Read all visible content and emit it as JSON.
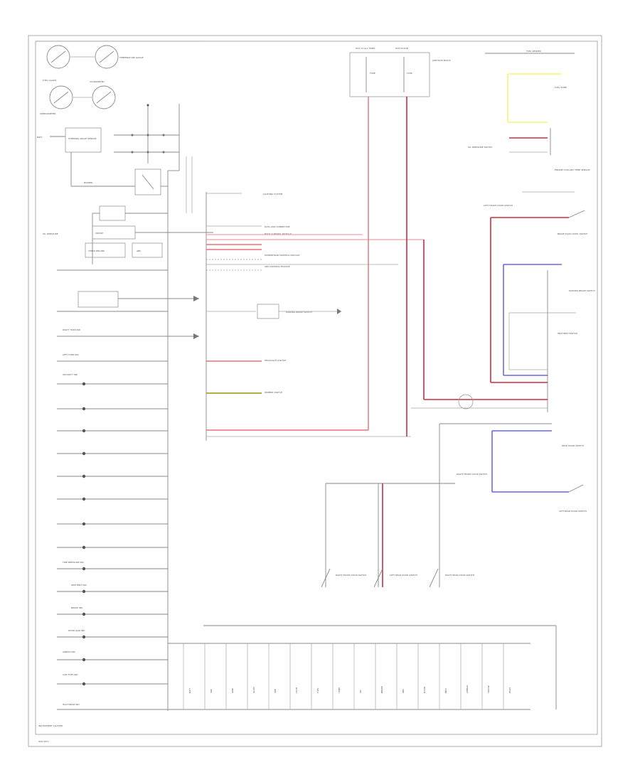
{
  "gauges": {
    "fuel_gauge": "FUEL GAUGE",
    "temperature_gauge": "TEMPERATURE GAUGE",
    "tachometer": "TACHOMETER",
    "speedometer": "SPEEDOMETER"
  },
  "left_labels": {
    "battery": "BATT",
    "steering_sensor": "STEERING ANGLE SENSOR",
    "buzzer": "BUZZER",
    "cruise_indicator": "CRUISE",
    "check_engine": "CHECK ENGINE",
    "abs_indicator": "ABS",
    "oil_pressure": "OIL PRESSURE",
    "right_turn": "RIGHT TURN IND",
    "left_turn": "LEFT TURN IND",
    "security": "SECURITY IND",
    "tire_pressure": "TIRE PRESSURE IND",
    "seat_belt": "SEAT BELT IND",
    "brake_ind": "BRAKE IND",
    "door_ajar": "DOOR AJAR IND",
    "airbag": "AIRBAG IND",
    "low_fuel": "LOW FUEL IND",
    "high_beam": "HIGH BEAM IND"
  },
  "mid_labels": {
    "lighting_system": "LIGHTING SYSTEM",
    "data_link": "DATA LINK CONNECTOR",
    "body_control": "BODY CONTROL MODULE",
    "powertrain": "POWERTRAIN CONTROL MODULE",
    "abs_module": "ABS CONTROL MODULE",
    "parking_brake_sw": "PARKING BRAKE SWITCH",
    "headlight_switch": "HEADLIGHT SWITCH",
    "dimmer": "DIMMER SWITCH",
    "ground": "GROUND"
  },
  "top_labels": {
    "hot_at_all_times": "HOT AT ALL TIMES",
    "hot_in_run": "HOT IN RUN",
    "fuse_a": "FUSE",
    "fuse_b": "FUSE",
    "junction_block": "JUNCTION BLOCK",
    "fuel_sender": "FUEL SENDER",
    "fuel_pump": "FUEL PUMP",
    "oil_switch": "OIL PRESSURE SWITCH"
  },
  "right_labels": {
    "engine_coolant": "ENGINE COOLANT TEMP SENSOR",
    "left_front_door": "LEFT FRONT DOOR SWITCH",
    "brake_fluid": "BRAKE FLUID LEVEL SWITCH",
    "parking_brake": "PARKING BRAKE SWITCH",
    "seat_belt_sw": "SEAT BELT SWITCH",
    "rear_door": "REAR DOOR SWITCH",
    "left_rear_door": "LEFT REAR DOOR SWITCH",
    "right_front_door": "RIGHT FRONT DOOR SWITCH"
  },
  "bottom_switches": {
    "sw1": "RIGHT FRONT DOOR SWITCH",
    "sw2": "LEFT REAR DOOR SWITCH",
    "sw3": "RIGHT REAR DOOR SWITCH"
  },
  "connector_cols": [
    "BATT",
    "IGN",
    "GND",
    "ILLUM",
    "SPD",
    "TACH",
    "FUEL",
    "TEMP",
    "OIL",
    "BRAKE",
    "ABS",
    "DOOR",
    "BELT",
    "AIRBAG",
    "CRUISE",
    "HIGH"
  ],
  "footer": {
    "title": "INSTRUMENT CLUSTER",
    "code": "W/D 2011"
  },
  "colors": {
    "red": "#e8707a",
    "dark_red": "#c9303c",
    "blue": "#4b47e6",
    "yellow": "#f4f25a",
    "olive": "#a6a622"
  }
}
